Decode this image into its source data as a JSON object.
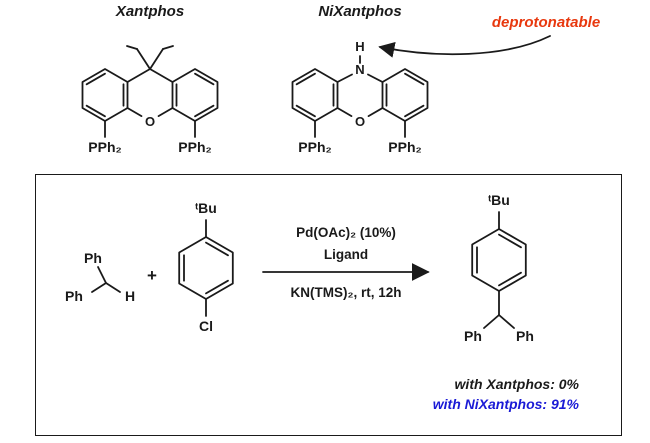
{
  "colors": {
    "blue": "#1a1ad6",
    "red": "#e8380e",
    "black": "#1a1a1a"
  },
  "ligands": {
    "xantphos": {
      "title": "Xantphos",
      "o_label": "O",
      "pph2_left": "PPh₂",
      "pph2_right": "PPh₂"
    },
    "nixantphos": {
      "title": "NiXantphos",
      "n_label": "N",
      "h_label": "H",
      "o_label": "O",
      "pph2_left": "PPh₂",
      "pph2_right": "PPh₂",
      "annotation": "deprotonatable"
    }
  },
  "reaction": {
    "substrate": {
      "ph_top": "Ph",
      "ph_left": "Ph",
      "h_label": "H"
    },
    "plus_sign": "+",
    "aryl_halide": {
      "tbu_label": "ᵗBu",
      "cl_label": "Cl"
    },
    "conditions": {
      "above_1": "Pd(OAc)₂ (10%)",
      "above_2": "Ligand",
      "below_1": "KN(TMS)₂, rt, 12h"
    },
    "product": {
      "tbu_label": "ᵗBu",
      "ph_left": "Ph",
      "ph_right": "Ph"
    },
    "results": {
      "xantphos": "with Xantphos: 0%",
      "nixantphos": "with NiXantphos: 91%"
    }
  }
}
